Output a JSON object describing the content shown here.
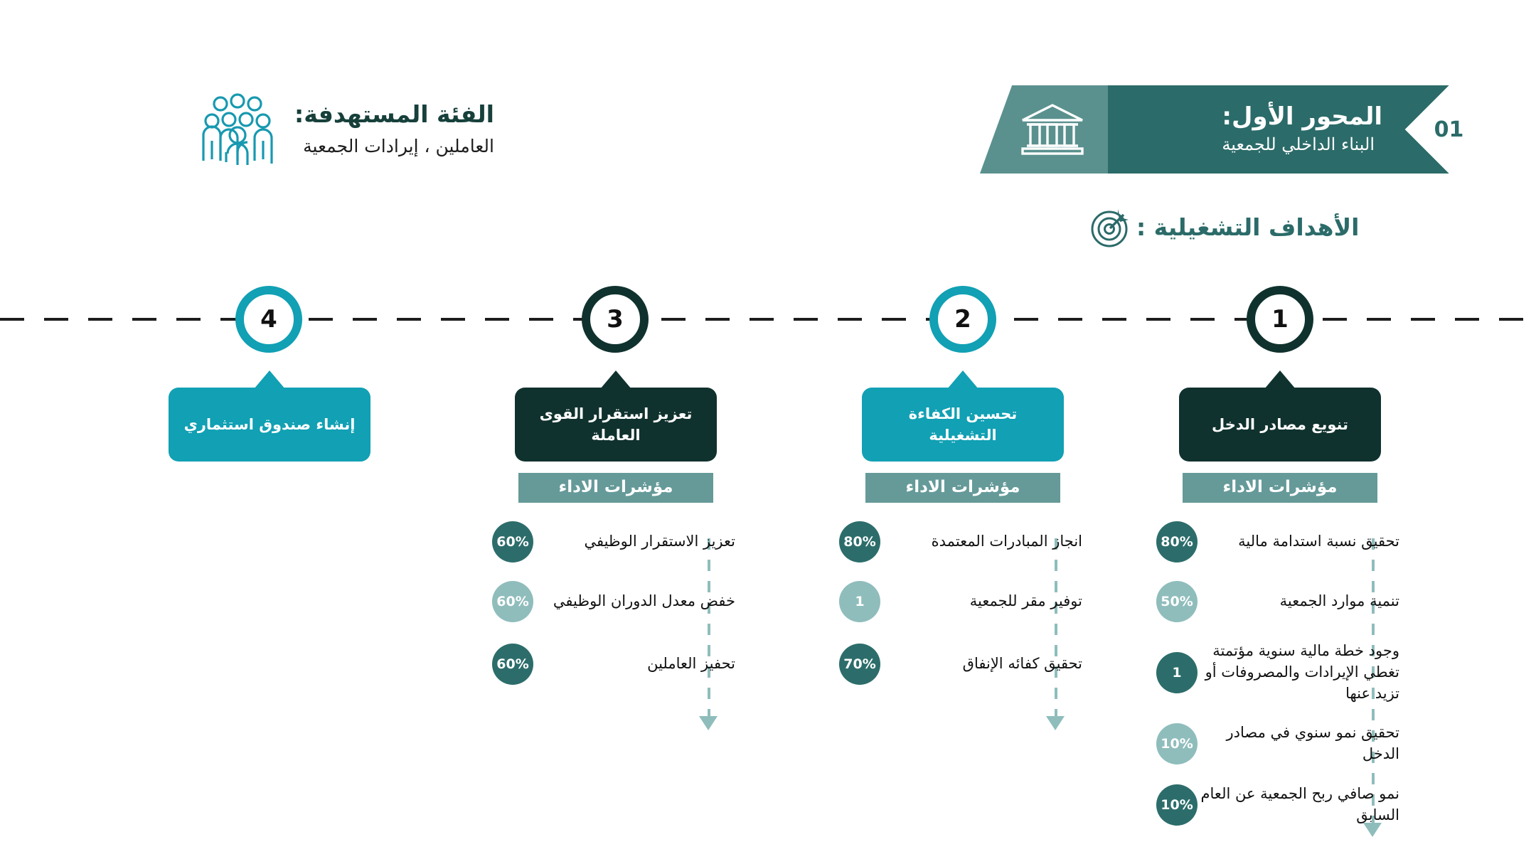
{
  "banner": {
    "number": "01",
    "title": "المحور الأول:",
    "subtitle": "البناء الداخلي للجمعية",
    "icon": "bank-icon"
  },
  "audience": {
    "title": "الفئة المستهدفة:",
    "value": "العاملين ، إيرادات الجمعية",
    "icon": "people-group-icon"
  },
  "goals_heading": {
    "text": "الأهداف التشغيلية :",
    "icon": "target-icon"
  },
  "kpi_header_label": "مؤشرات الاداء",
  "colors": {
    "dark_green": "#10322E",
    "teal": "#11A0B4",
    "banner_main": "#2B6B69",
    "banner_light": "#5A918F",
    "kpi_header": "#659A99",
    "badge_dark": "#2C6D6B",
    "badge_light": "#8FBDBC"
  },
  "nodes": [
    {
      "number": "1",
      "style": "dark"
    },
    {
      "number": "2",
      "style": "teal"
    },
    {
      "number": "3",
      "style": "dark"
    },
    {
      "number": "4",
      "style": "teal"
    }
  ],
  "columns": [
    {
      "node": "1",
      "goal": "تنويع مصادر الدخل",
      "box_style": "dark",
      "has_kpis": true,
      "kpis": [
        {
          "value": "80%",
          "badge": "d",
          "text": "تحقيق نسبة استدامة مالية"
        },
        {
          "value": "50%",
          "badge": "l",
          "text": "تنمية موارد الجمعية"
        },
        {
          "value": "1",
          "badge": "d",
          "text": "وجود خطة مالية سنوية مؤتمتة تغطي الإيرادات والمصروفات أو تزيد عنها"
        },
        {
          "value": "10%",
          "badge": "l",
          "text": "تحقيق نمو سنوي في مصادر الدخل"
        },
        {
          "value": "10%",
          "badge": "d",
          "text": "نمو صافي ربح الجمعية عن العام السابق"
        }
      ]
    },
    {
      "node": "2",
      "goal": "تحسين الكفاءة التشغيلية",
      "box_style": "teal",
      "has_kpis": true,
      "kpis": [
        {
          "value": "80%",
          "badge": "d",
          "text": "انجاز المبادرات المعتمدة"
        },
        {
          "value": "1",
          "badge": "l",
          "text": "توفير مقر للجمعية"
        },
        {
          "value": "70%",
          "badge": "d",
          "text": "تحقيق كفائه الإنفاق"
        }
      ]
    },
    {
      "node": "3",
      "goal": "تعزيز استقرار القوى العاملة",
      "box_style": "dark",
      "has_kpis": true,
      "kpis": [
        {
          "value": "60%",
          "badge": "d",
          "text": "تعزيز الاستقرار الوظيفي"
        },
        {
          "value": "60%",
          "badge": "l",
          "text": "خفض معدل الدوران الوظيفي"
        },
        {
          "value": "60%",
          "badge": "d",
          "text": "تحفيز العاملين"
        }
      ]
    },
    {
      "node": "4",
      "goal": "إنشاء صندوق استثماري",
      "box_style": "teal",
      "has_kpis": false,
      "kpis": []
    }
  ]
}
